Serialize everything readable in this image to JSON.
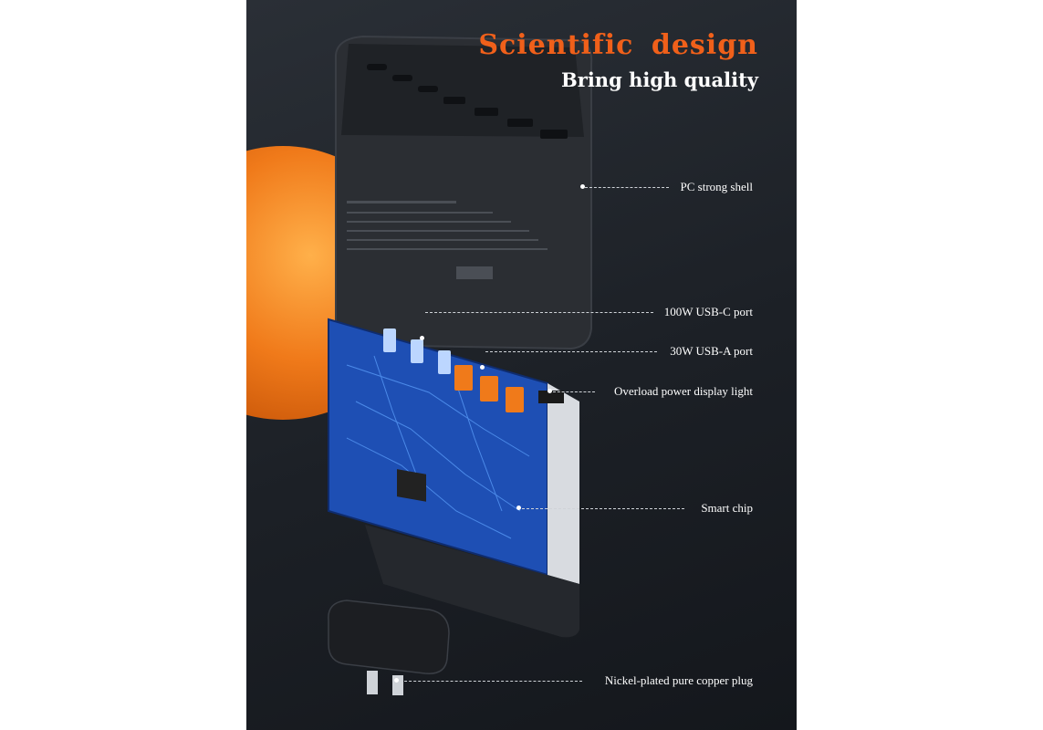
{
  "headline": {
    "title": "Scientific  design",
    "subtitle": "Bring high quality"
  },
  "callouts": [
    {
      "label": "PC strong shell"
    },
    {
      "label": "100W USB-C port"
    },
    {
      "label": "30W USB-A port"
    },
    {
      "label": "Overload power display light"
    },
    {
      "label": "Smart chip"
    },
    {
      "label": "Nickel-plated pure copper plug"
    }
  ],
  "colors": {
    "accent": "#f0601a",
    "board": "#1e4fb4",
    "usb_a": "#f07a1a",
    "background": "#1c2026"
  }
}
